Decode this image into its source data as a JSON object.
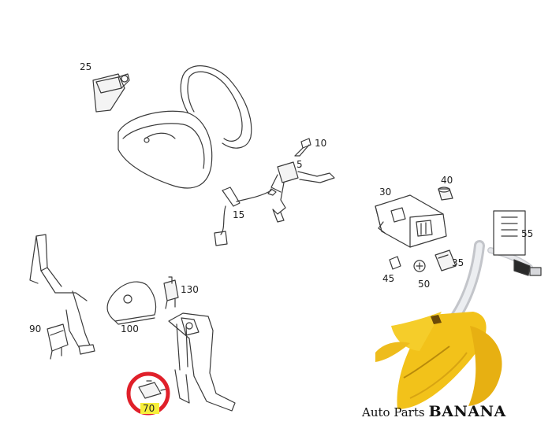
{
  "labels": {
    "p25": "25",
    "p10": "10",
    "p5": "5",
    "p15": "15",
    "p40": "40",
    "p30": "30",
    "p55": "55",
    "p35": "35",
    "p45": "45",
    "p50": "50",
    "p130": "130",
    "p100": "100",
    "p90": "90",
    "p70": "70"
  },
  "brand": {
    "prefix": "Auto Parts",
    "name": "BANANA"
  },
  "colors": {
    "line": "#3a3a3a",
    "highlight_ring": "#e0202a",
    "highlight_fill": "#f6ee3a",
    "banana": "#f2c21a",
    "banana_dark": "#b98a0a",
    "link_metal": "#d6d8dc"
  }
}
